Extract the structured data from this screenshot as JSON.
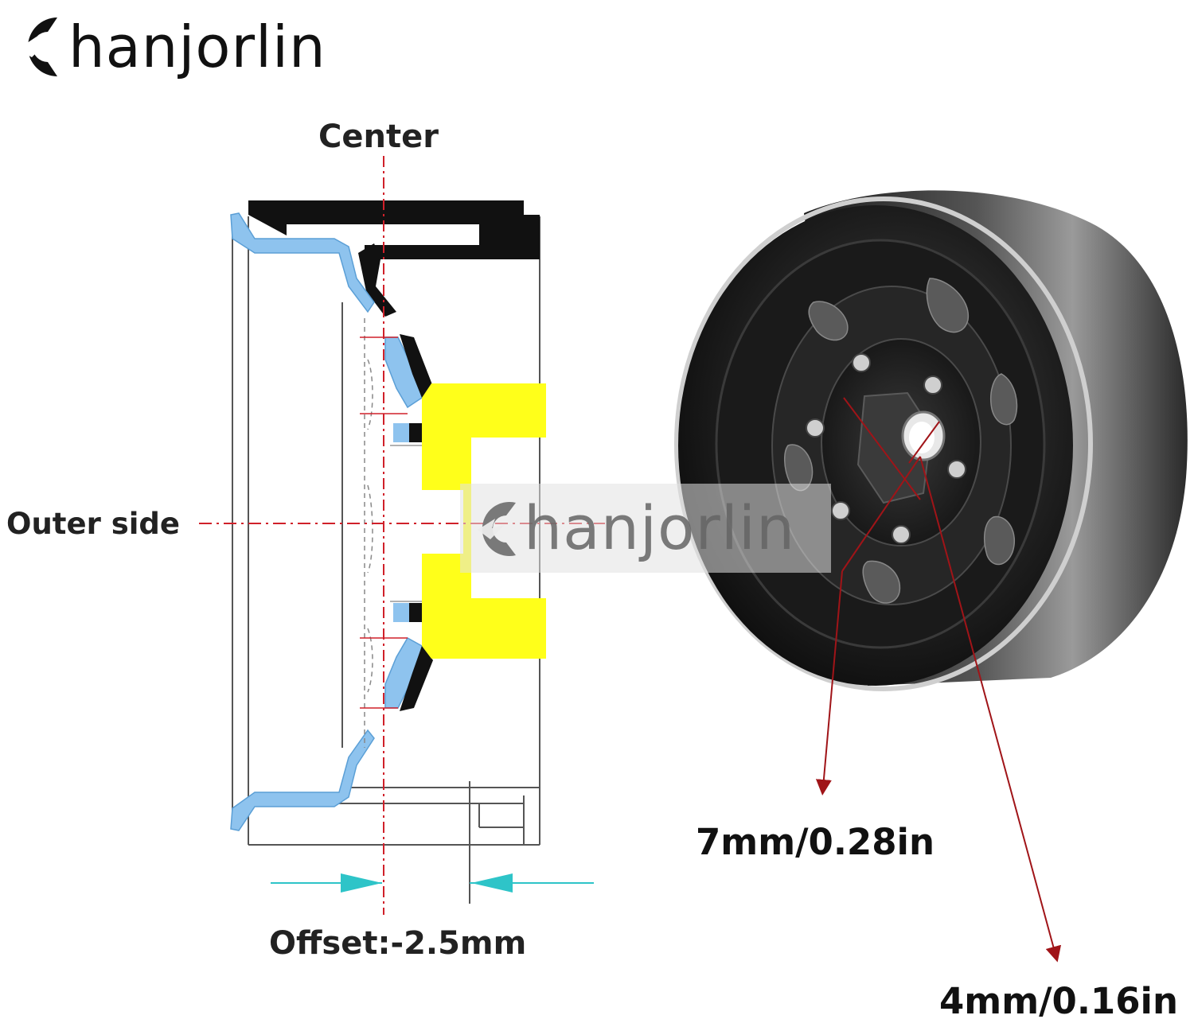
{
  "brand": {
    "name": "hanjorlin"
  },
  "diagram": {
    "center_label": "Center",
    "outer_side_label": "Outer side",
    "offset_label": "Offset:-2.5mm"
  },
  "photo": {
    "dim_7mm": "7mm/0.28in",
    "dim_4mm": "4mm/0.16in",
    "watermark": "hanjorlin"
  },
  "colors": {
    "rim_blue": "#8ec3ee",
    "hub_yellow": "#ffff1a",
    "dim_cyan": "#2ec4c8",
    "center_line_red": "#d0202a",
    "pointer_red": "#a01418"
  }
}
